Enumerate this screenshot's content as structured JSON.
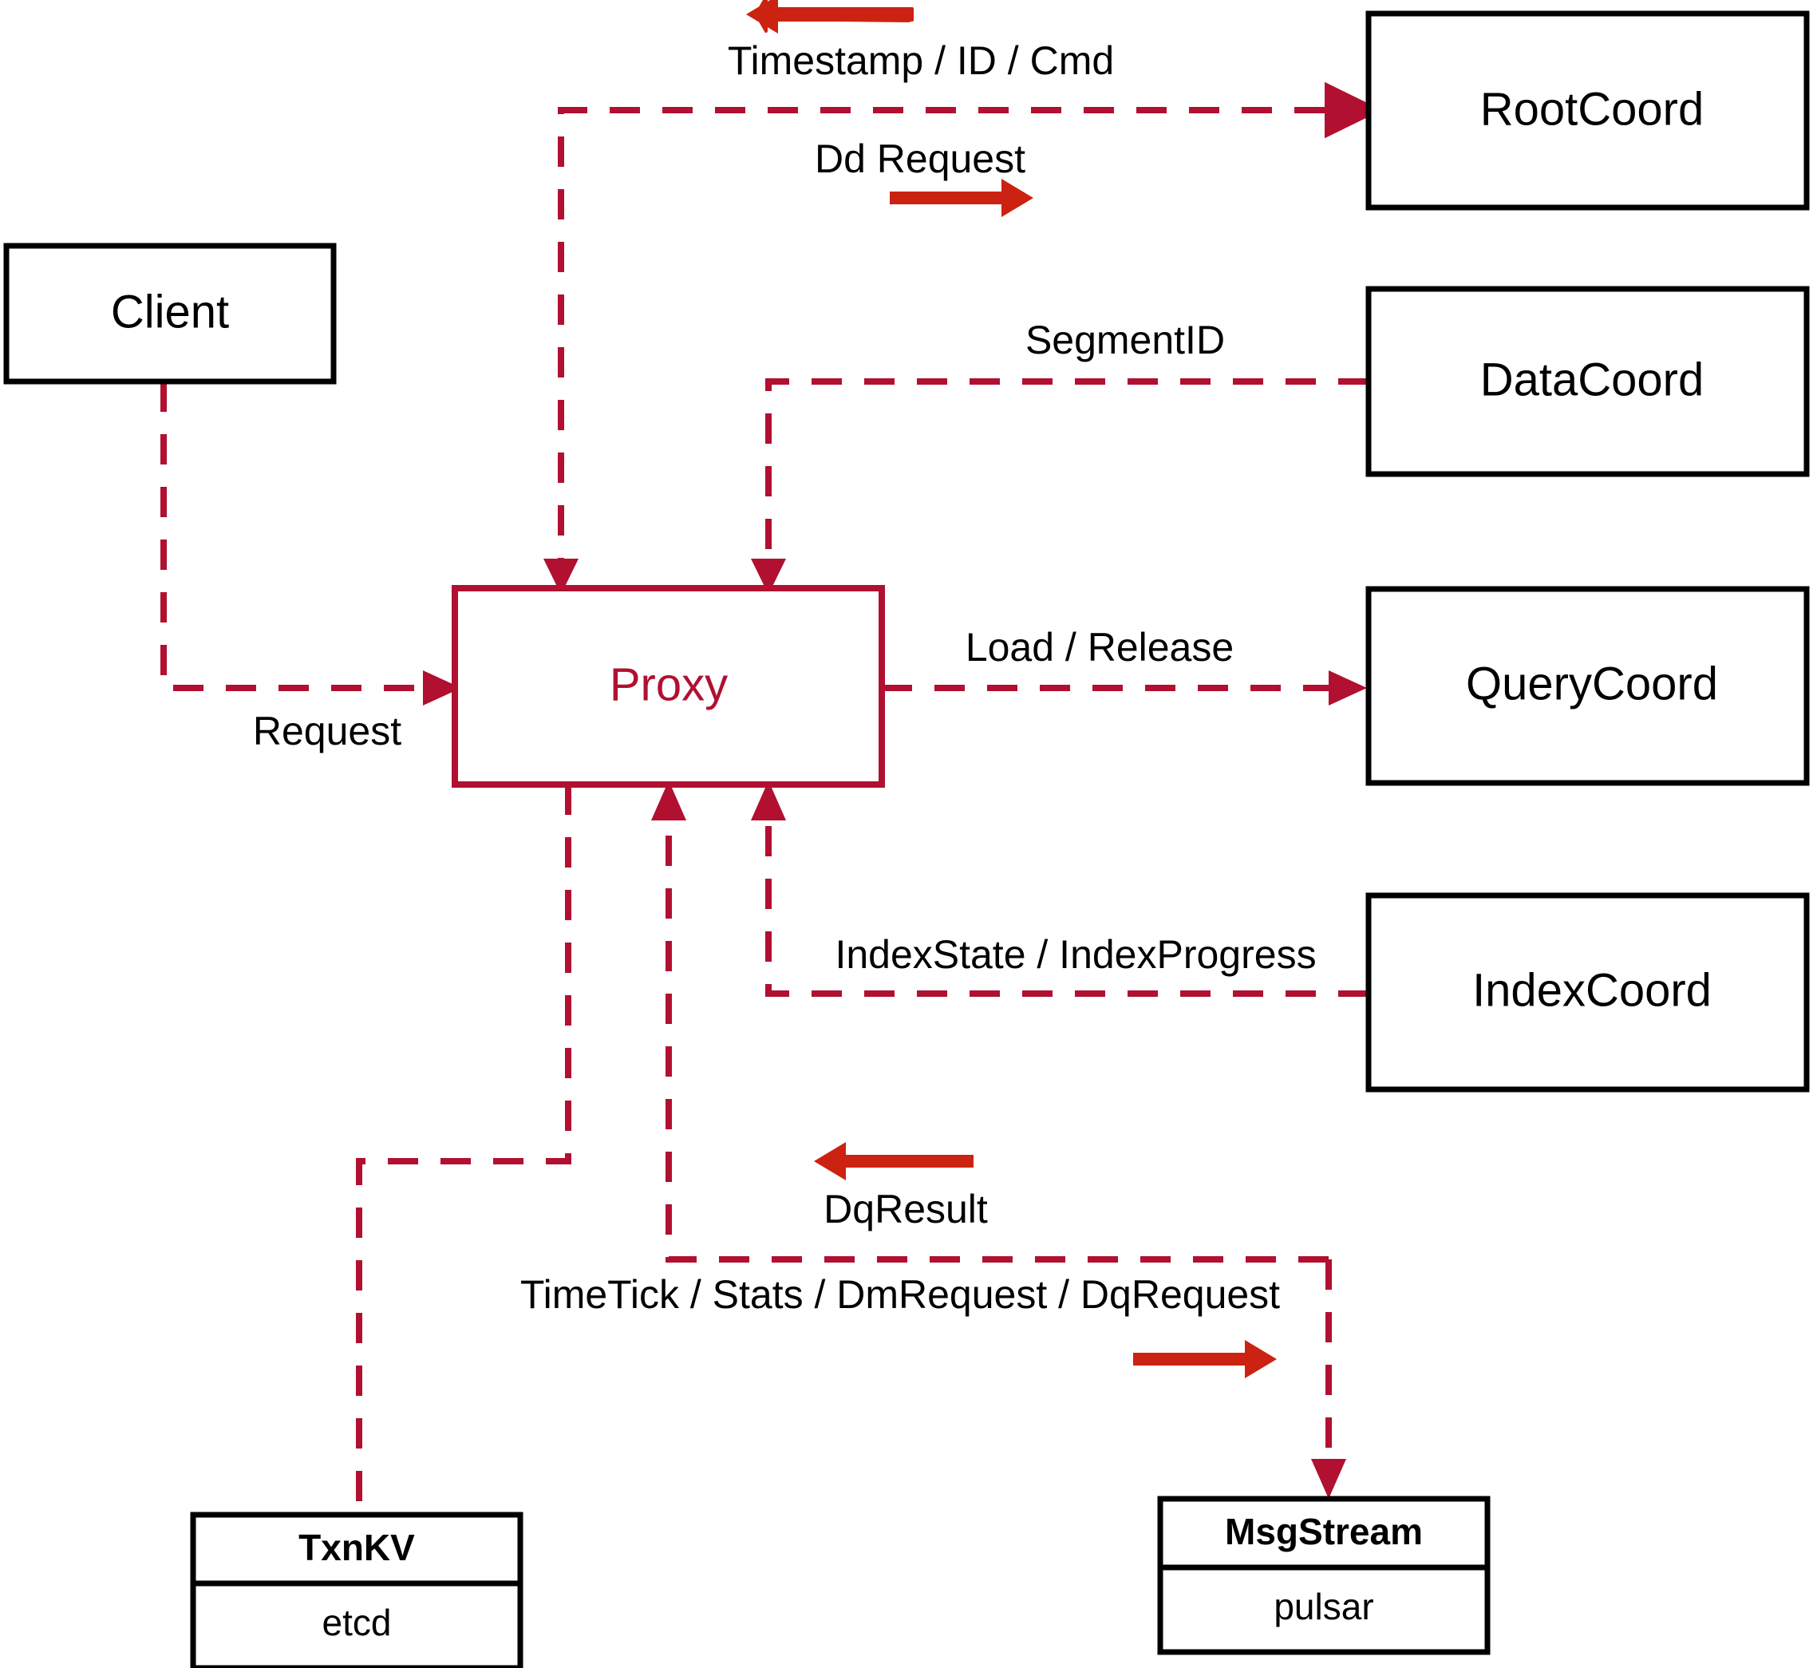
{
  "diagram": {
    "title": "Milvus Proxy component interaction diagram",
    "colors": {
      "node_stroke": "#000000",
      "proxy_stroke": "#B11030",
      "dashed_line": "#B11030",
      "bold_arrow": "#CC2211",
      "background": "#FFFFFF",
      "label_text": "#000000"
    },
    "nodes": [
      {
        "id": "client",
        "label": "Client",
        "style": "plain-black"
      },
      {
        "id": "proxy",
        "label": "Proxy",
        "style": "plain-red"
      },
      {
        "id": "rootcoord",
        "label": "RootCoord",
        "style": "plain-black"
      },
      {
        "id": "datacoord",
        "label": "DataCoord",
        "style": "plain-black"
      },
      {
        "id": "querycoord",
        "label": "QueryCoord",
        "style": "plain-black"
      },
      {
        "id": "indexcoord",
        "label": "IndexCoord",
        "style": "plain-black"
      },
      {
        "id": "txnkv",
        "label": "TxnKV",
        "sublabel": "etcd",
        "style": "two-part"
      },
      {
        "id": "msgstream",
        "label": "MsgStream",
        "sublabel": "pulsar",
        "style": "two-part"
      }
    ],
    "edge_labels": {
      "timestamp_id_cmd": "Timestamp / ID / Cmd",
      "dd_request": "Dd Request",
      "segment_id": "SegmentID",
      "request": "Request",
      "load_release": "Load / Release",
      "index_state_progress": "IndexState / IndexProgress",
      "dq_result": "DqResult",
      "timetick_stats": "TimeTick / Stats / DmRequest / DqRequest"
    },
    "direction_arrows": [
      {
        "id": "timestamp-arrow",
        "label_for": "Timestamp / ID / Cmd",
        "direction": "left"
      },
      {
        "id": "ddrequest-arrow",
        "label_for": "Dd Request",
        "direction": "right"
      },
      {
        "id": "dqresult-arrow",
        "label_for": "DqResult",
        "direction": "left"
      },
      {
        "id": "timetick-arrow",
        "label_for": "TimeTick / Stats / DmRequest / DqRequest",
        "direction": "right"
      }
    ]
  }
}
